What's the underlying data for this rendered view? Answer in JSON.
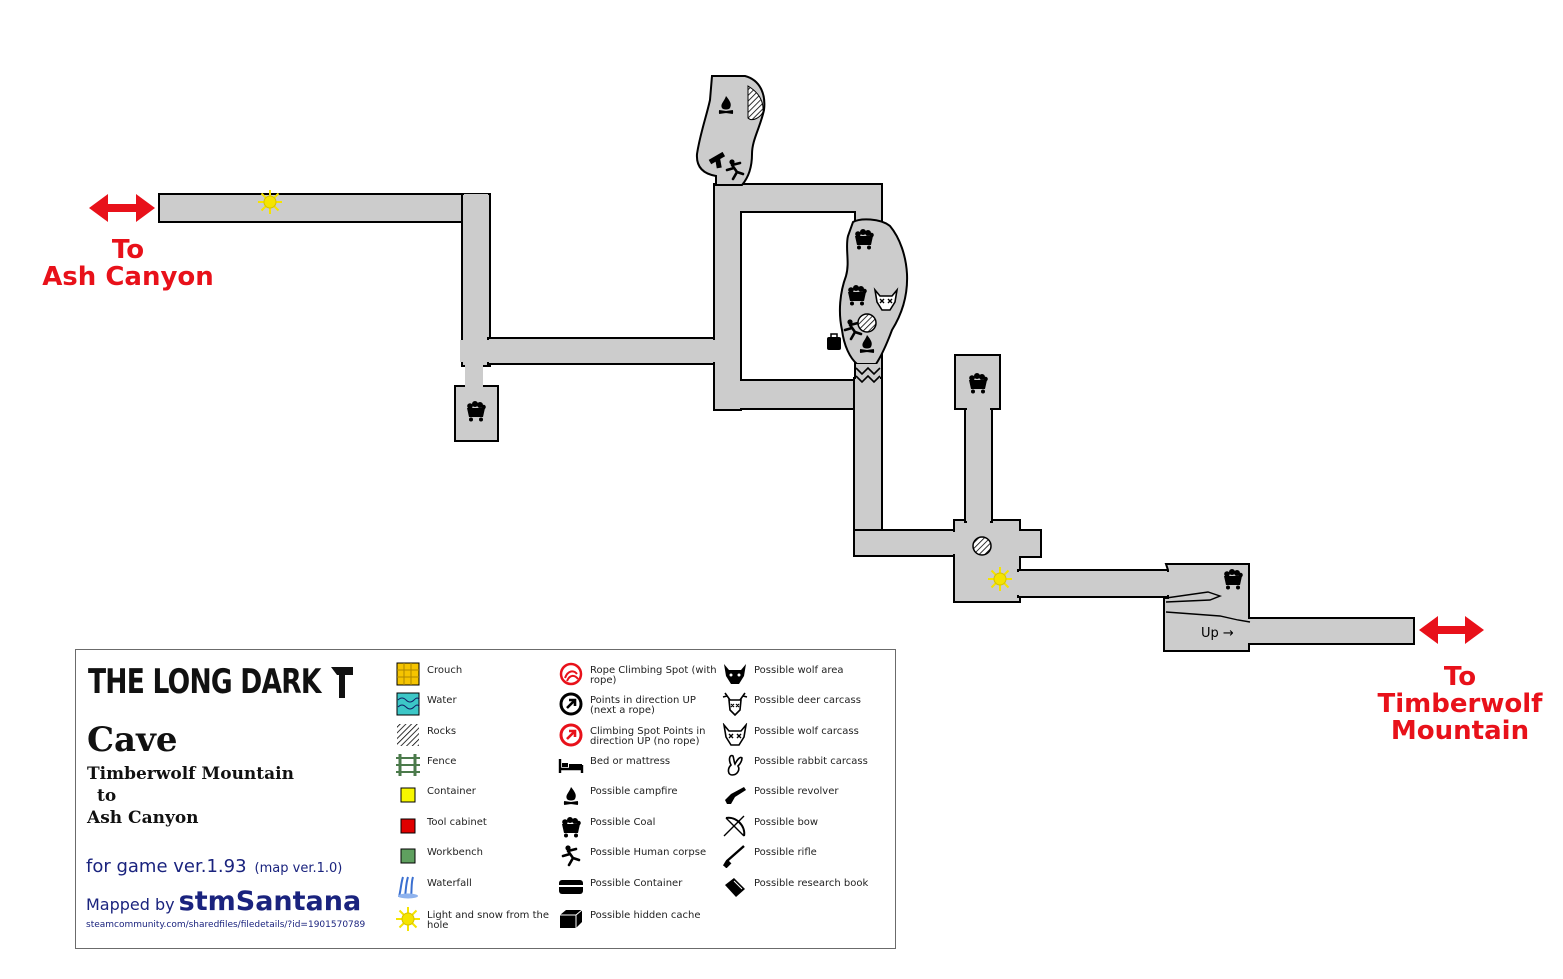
{
  "exits": {
    "west": {
      "line1": "To",
      "line2": "Ash Canyon"
    },
    "east": {
      "line1": "To",
      "line2": "Timberwolf",
      "line3": "Mountain"
    }
  },
  "map_labels": {
    "up": "Up →"
  },
  "legend": {
    "game_logo": "THE LONG DARK",
    "title": "Cave",
    "subtitle_line1": "Timberwolf Mountain",
    "subtitle_line2": "to",
    "subtitle_line3": "Ash Canyon",
    "version_text": "for game ver.1.93",
    "map_version": "(map ver.1.0)",
    "mapped_by_label": "Mapped by",
    "author": "stmSantana",
    "url": "steamcommunity.com/sharedfiles/filedetails/?id=1901570789",
    "columns": [
      [
        {
          "icon": "crouch-icon",
          "label": "Crouch"
        },
        {
          "icon": "water-icon",
          "label": "Water"
        },
        {
          "icon": "rocks-icon",
          "label": "Rocks"
        },
        {
          "icon": "fence-icon",
          "label": "Fence"
        },
        {
          "icon": "container-icon",
          "label": "Container"
        },
        {
          "icon": "tool-cabinet-icon",
          "label": "Tool cabinet"
        },
        {
          "icon": "workbench-icon",
          "label": "Workbench"
        },
        {
          "icon": "waterfall-icon",
          "label": "Waterfall"
        },
        {
          "icon": "light-snow-icon",
          "label": "Light and snow from the hole"
        }
      ],
      [
        {
          "icon": "rope-climbing-icon",
          "label": "Rope Climbing Spot (with rope)"
        },
        {
          "icon": "direction-up-rope-icon",
          "label": "Points in direction UP (next a rope)"
        },
        {
          "icon": "climbing-spot-icon",
          "label": "Climbing Spot Points in direction UP (no rope)"
        },
        {
          "icon": "bed-icon",
          "label": "Bed or mattress"
        },
        {
          "icon": "campfire-icon",
          "label": "Possible campfire"
        },
        {
          "icon": "coal-icon",
          "label": "Possible Coal"
        },
        {
          "icon": "human-corpse-icon",
          "label": "Possible Human corpse"
        },
        {
          "icon": "container-box-icon",
          "label": "Possible Container"
        },
        {
          "icon": "hidden-cache-icon",
          "label": "Possible hidden cache"
        }
      ],
      [
        {
          "icon": "wolf-area-icon",
          "label": "Possible wolf area"
        },
        {
          "icon": "deer-carcass-icon",
          "label": "Possible deer carcass"
        },
        {
          "icon": "wolf-carcass-icon",
          "label": "Possible wolf carcass"
        },
        {
          "icon": "rabbit-carcass-icon",
          "label": "Possible rabbit carcass"
        },
        {
          "icon": "revolver-icon",
          "label": "Possible revolver"
        },
        {
          "icon": "bow-icon",
          "label": "Possible bow"
        },
        {
          "icon": "rifle-icon",
          "label": "Possible rifle"
        },
        {
          "icon": "research-book-icon",
          "label": "Possible research book"
        }
      ]
    ]
  },
  "colors": {
    "floor": "#cccccc",
    "wall": "#000000",
    "exit": "#e8111a",
    "light": "#f5e400",
    "text_blue": "#1a237e"
  }
}
